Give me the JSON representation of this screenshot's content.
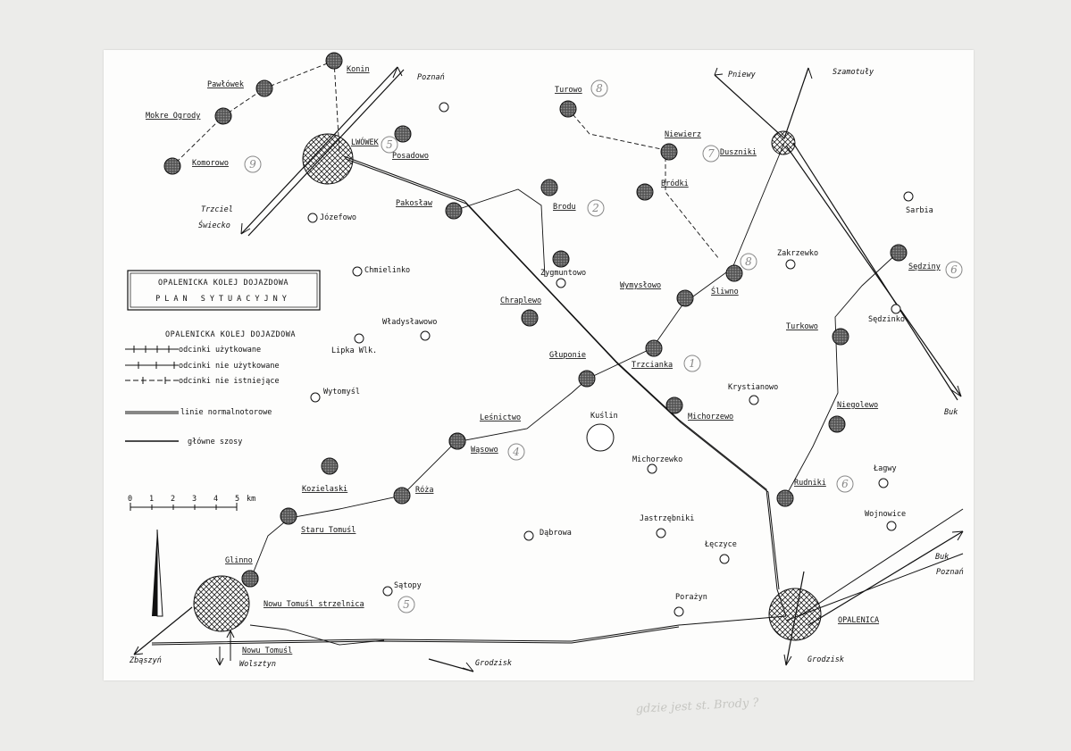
{
  "legend": {
    "title": "OPALENICKA KOLEJ DOJAZDOWA",
    "subtitle": "PLAN SYTUACYJNY",
    "heading": "OPALENICKA KOLEJ DOJAZDOWA",
    "items": [
      {
        "label": "odcinki użytkowane"
      },
      {
        "label": "odcinki nie użytkowane"
      },
      {
        "label": "odcinki nie istniejące"
      },
      {
        "label": "linie normalnotorowe"
      },
      {
        "label": "główne szosy"
      }
    ]
  },
  "scale": {
    "ticks": [
      "0",
      "1",
      "2",
      "3",
      "4",
      "5"
    ],
    "unit": "km"
  },
  "stations": [
    {
      "name": "Konin",
      "underline": true
    },
    {
      "name": "Pawłówek",
      "underline": true
    },
    {
      "name": "Mokre Ogrody",
      "underline": true
    },
    {
      "name": "Komorowo",
      "underline": true,
      "mark": "9"
    },
    {
      "name": "LWÓWEK",
      "underline": true,
      "mark": "5"
    },
    {
      "name": "Posadowo",
      "underline": true
    },
    {
      "name": "Pakosław",
      "underline": true
    },
    {
      "name": "Brodu",
      "underline": true,
      "mark": "2"
    },
    {
      "name": "Turowo",
      "underline": true,
      "mark": "8"
    },
    {
      "name": "Niewierz",
      "underline": true
    },
    {
      "name": "Duszniki",
      "underline": true,
      "mark": "7"
    },
    {
      "name": "Bródki",
      "underline": true
    },
    {
      "name": "Zygmuntowo",
      "underline": false
    },
    {
      "name": "Chraplewo",
      "underline": true
    },
    {
      "name": "Wymysłowo",
      "underline": true
    },
    {
      "name": "Śliwno",
      "underline": true,
      "mark": "8"
    },
    {
      "name": "Głuponie",
      "underline": true
    },
    {
      "name": "Trzcianka",
      "underline": true,
      "mark": "1"
    },
    {
      "name": "Michorzewo",
      "underline": true
    },
    {
      "name": "Leśnictwo",
      "underline": true
    },
    {
      "name": "Wąsowo",
      "underline": true,
      "mark": "4"
    },
    {
      "name": "Kozielaski",
      "underline": true
    },
    {
      "name": "Róża",
      "underline": true
    },
    {
      "name": "Staru Tomuśl",
      "underline": true
    },
    {
      "name": "Glinno",
      "underline": true
    },
    {
      "name": "Nowu Tomuśl strzelnica",
      "underline": true,
      "mark": "5"
    },
    {
      "name": "Nowu Tomuśl",
      "underline": true
    },
    {
      "name": "Sędziny",
      "underline": true,
      "mark": "6"
    },
    {
      "name": "Turkowo",
      "underline": true
    },
    {
      "name": "Niegolewo",
      "underline": true
    },
    {
      "name": "Rudniki",
      "underline": true,
      "mark": "6"
    },
    {
      "name": "OPALENICA",
      "underline": true
    }
  ],
  "villages": [
    "Józefowo",
    "Chmielinko",
    "Władysławowo",
    "Lipka Wlk.",
    "Wytomyśl",
    "Kuślin",
    "Michorzewko",
    "Dąbrowa",
    "Jastrzębniki",
    "Łęczyce",
    "Sątopy",
    "Porażyn",
    "Krystianowo",
    "Zakrzewko",
    "Sarbia",
    "Sędzinko",
    "Łagwy",
    "Wojnowice"
  ],
  "directions": [
    "Poznań",
    "Pniewy",
    "Szamotuły",
    "Trzciel",
    "Świecko",
    "Buk",
    "Buk",
    "Poznań",
    "Zbąszyń",
    "Wolsztyn",
    "Grodzisk",
    "Grodzisk"
  ],
  "handwriting": "gdzie jest st. Brody ?"
}
